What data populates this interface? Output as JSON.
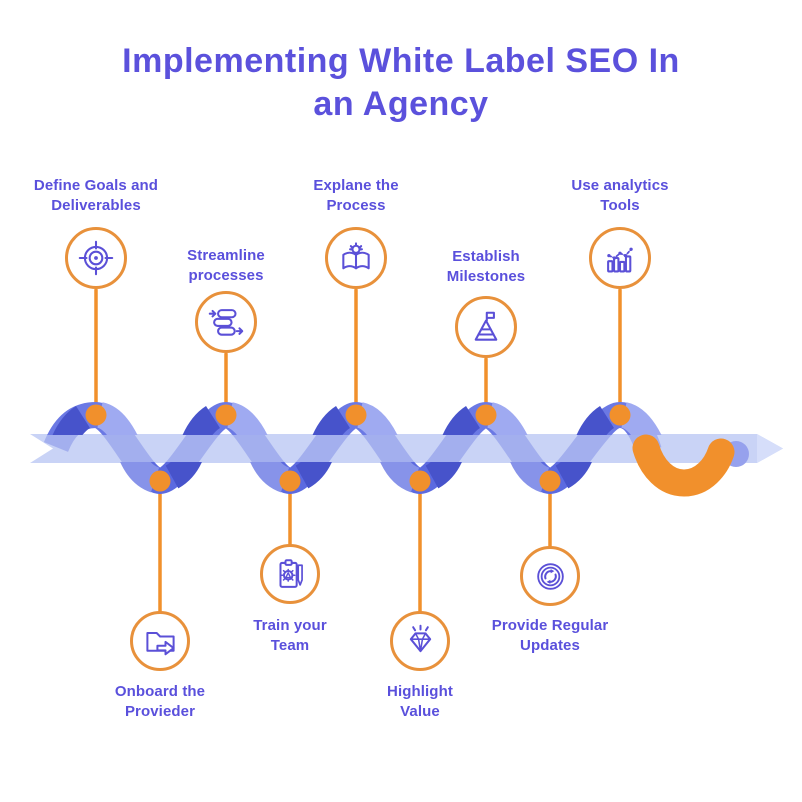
{
  "title": {
    "full": "Implementing White Label SEO In an Agency",
    "line1": "Implementing White Label SEO In",
    "line2": "an Agency"
  },
  "steps": [
    {
      "id": "define-goals",
      "label": "Define Goals and Deliverables",
      "icon": "target-icon",
      "row": "top"
    },
    {
      "id": "onboard-provider",
      "label": "Onboard the Provieder",
      "icon": "folder-forward-icon",
      "row": "bottom"
    },
    {
      "id": "streamline-processes",
      "label": "Streamline processes",
      "icon": "workflow-icon",
      "row": "top"
    },
    {
      "id": "train-team",
      "label": "Train your Team",
      "icon": "clipboard-gear-icon",
      "row": "bottom"
    },
    {
      "id": "explane-process",
      "label": "Explane the Process",
      "icon": "book-gear-icon",
      "row": "top"
    },
    {
      "id": "highlight-value",
      "label": "Highlight Value",
      "icon": "diamond-icon",
      "row": "bottom"
    },
    {
      "id": "establish-milestones",
      "label": "Establish Milestones",
      "icon": "flag-mountain-icon",
      "row": "top"
    },
    {
      "id": "provide-updates",
      "label": "Provide Regular Updates",
      "icon": "sync-icon",
      "row": "bottom"
    },
    {
      "id": "use-analytics",
      "label": "Use analytics Tools",
      "icon": "analytics-chart-icon",
      "row": "top"
    }
  ],
  "colors": {
    "title_text": "#5b51dc",
    "label_text": "#5a50dc",
    "icon_stroke": "#5b50d7",
    "circle_border": "#e8913b",
    "band": "#c9d3f6",
    "band_arrow_tip": "#d6defa",
    "wave_crest": "#6b79e4",
    "wave_trough": "#5c6ae0",
    "wave_dark_accent": "#4753cb",
    "wave_light_accent": "#9faaf1",
    "wave_end_stub": "#96a1ed",
    "orange_accent": "#f1902c"
  }
}
